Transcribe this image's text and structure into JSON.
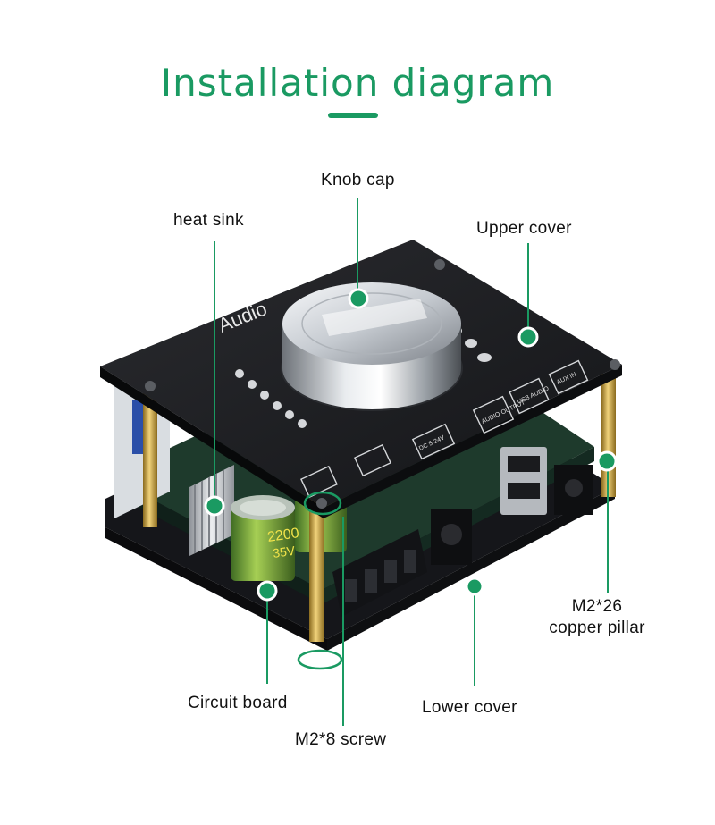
{
  "title": "Installation diagram",
  "colors": {
    "accent": "#1a9a62",
    "board": "#1c1d20",
    "brass": "#c9a13b"
  },
  "labels": {
    "knob_cap": "Knob cap",
    "heat_sink": "heat sink",
    "upper_cover": "Upper cover",
    "copper_pillar_line1": "M2*26",
    "copper_pillar_line2": "copper pillar",
    "circuit_board": "Circuit board",
    "lower_cover": "Lower cover",
    "screw": "M2*8 screw"
  },
  "product": {
    "brand_text": "Audio",
    "ports": [
      "DC 5-24V",
      "AUDIO OUTPUT",
      "USB AUDIO",
      "AUX IN"
    ],
    "capacitor": {
      "value": "2200",
      "voltage": "35V"
    }
  }
}
